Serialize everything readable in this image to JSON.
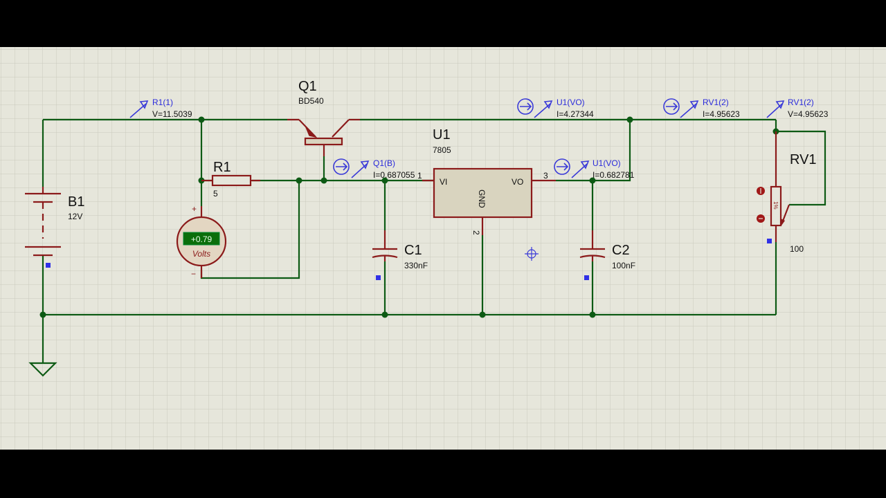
{
  "colors": {
    "canvas": "#e6e6db",
    "grid": "#c9c9bc",
    "wire": "#0d5a14",
    "component": "#8b1a1a",
    "component_fill": "#d9d4bf",
    "probe": "#3a3ad8",
    "voltmeter_display": "#0b6e0b",
    "letterbox": "#000000"
  },
  "components": {
    "battery": {
      "ref": "B1",
      "value": "12V"
    },
    "resistor": {
      "ref": "R1",
      "value": "5"
    },
    "transistor": {
      "ref": "Q1",
      "value": "BD540"
    },
    "regulator": {
      "ref": "U1",
      "value": "7805",
      "pin_vi": "VI",
      "pin_vo": "VO",
      "pin_gnd": "GND",
      "pin1": "1",
      "pin2": "2",
      "pin3": "3"
    },
    "cap1": {
      "ref": "C1",
      "value": "330nF"
    },
    "cap2": {
      "ref": "C2",
      "value": "100nF"
    },
    "pot": {
      "ref": "RV1",
      "value": "100",
      "percent": "1%"
    },
    "voltmeter": {
      "reading": "+0.79",
      "unit": "Volts",
      "plus": "+",
      "minus": "−"
    }
  },
  "probes": {
    "r1_voltage": {
      "name": "R1(1)",
      "reading": "V=11.5039"
    },
    "u1vo_current_top": {
      "name": "U1(VO)",
      "reading": "I=4.27344"
    },
    "rv1_current": {
      "name": "RV1(2)",
      "reading": "I=4.95623"
    },
    "rv1_voltage": {
      "name": "RV1(2)",
      "reading": "V=4.95623"
    },
    "q1b_current": {
      "name": "Q1(B)",
      "reading": "I=0.687055"
    },
    "u1vo_current_mid": {
      "name": "U1(VO)",
      "reading": "I=0.682781"
    }
  }
}
